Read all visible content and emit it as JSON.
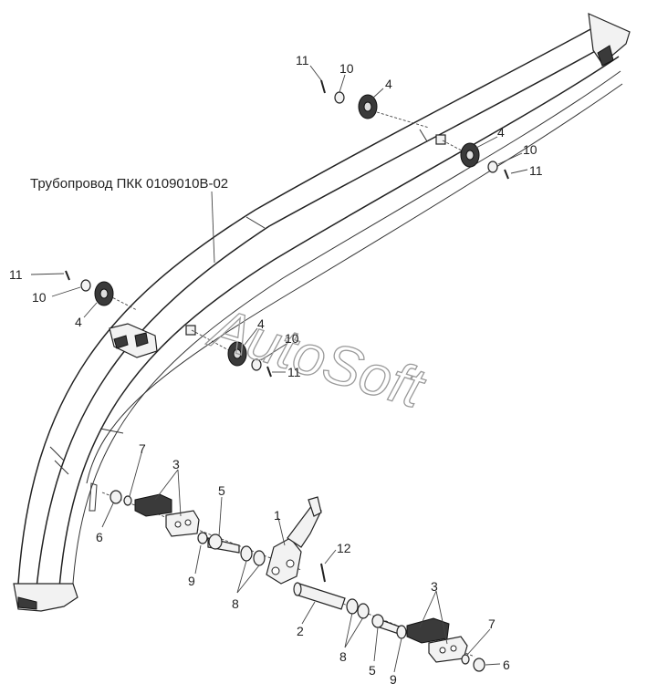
{
  "watermark": "AutoSoft",
  "title_label": "Трубопровод ПКК 0109010В-02",
  "callouts": {
    "c1": "1",
    "c2": "2",
    "c3a": "3",
    "c3b": "3",
    "c4a": "4",
    "c4b": "4",
    "c4c": "4",
    "c4d": "4",
    "c5a": "5",
    "c5b": "5",
    "c6a": "6",
    "c6b": "6",
    "c7a": "7",
    "c7b": "7",
    "c8a": "8",
    "c8b": "8",
    "c9a": "9",
    "c9b": "9",
    "c10a": "10",
    "c10b": "10",
    "c10c": "10",
    "c10d": "10",
    "c11a": "11",
    "c11b": "11",
    "c11c": "11",
    "c11d": "11",
    "c12": "12"
  }
}
